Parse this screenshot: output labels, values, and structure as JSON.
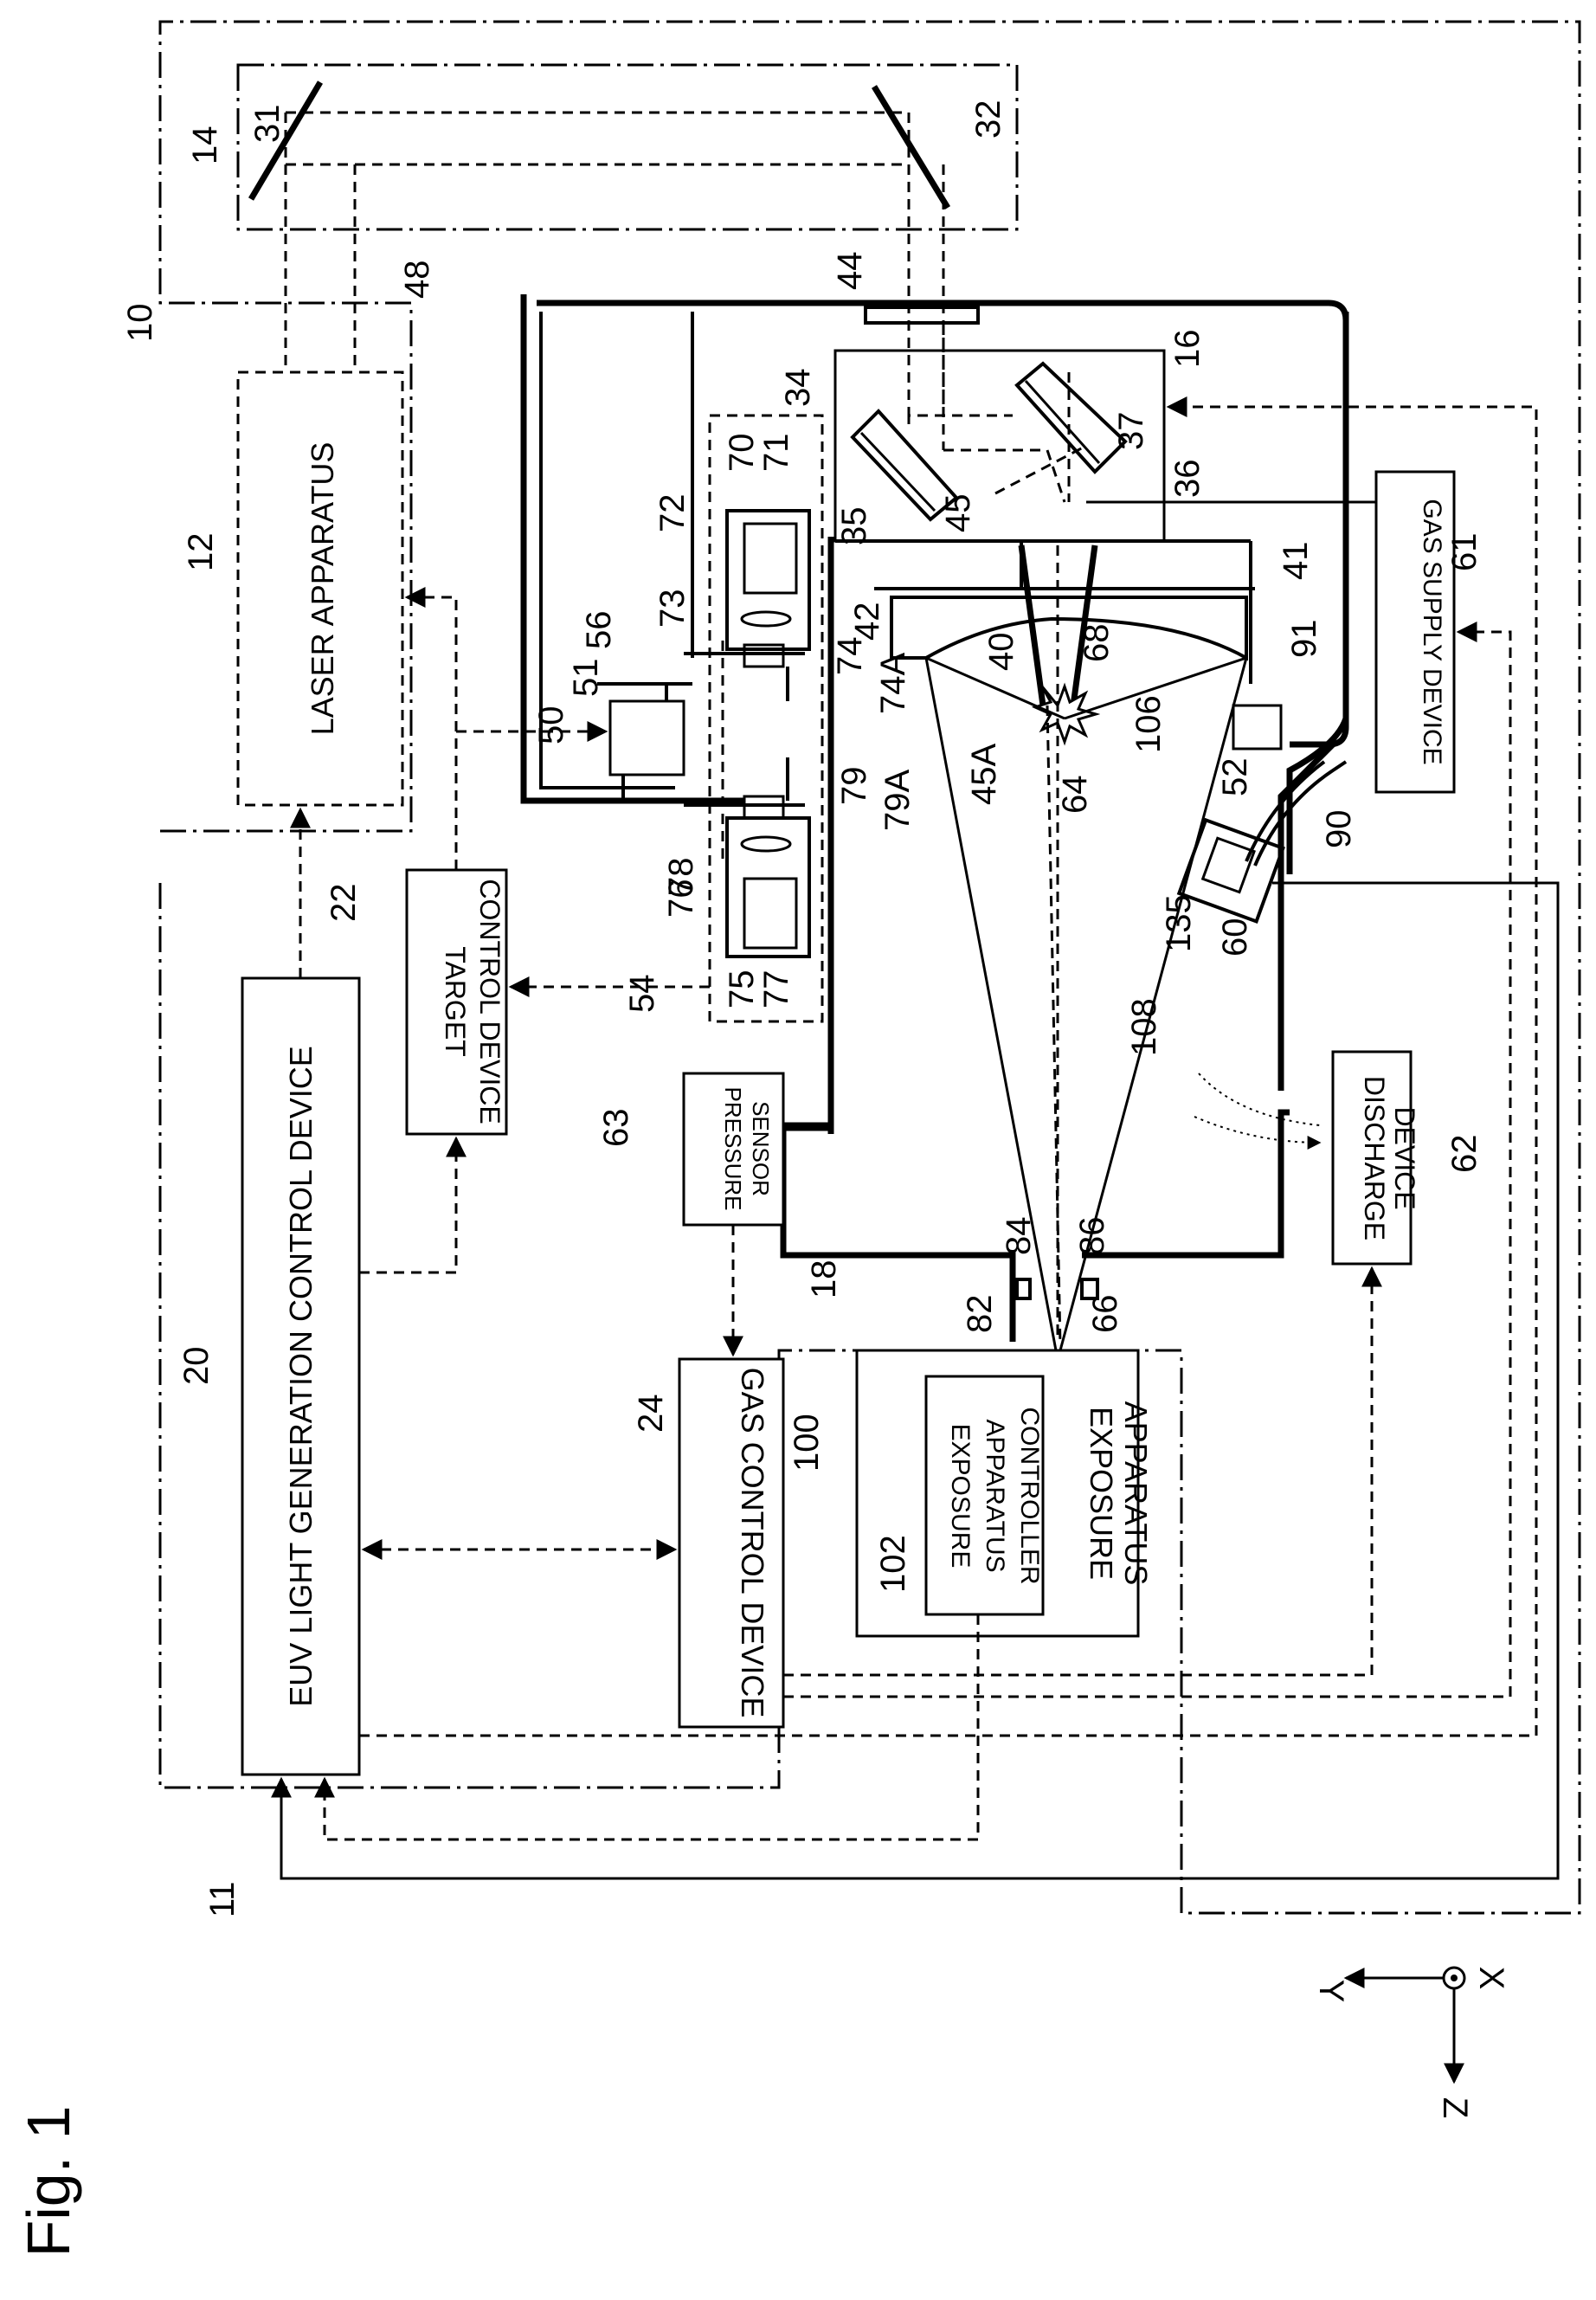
{
  "figure": {
    "title": "Fig. 1",
    "axes": {
      "x": "X",
      "y": "Y",
      "z": "Z"
    }
  },
  "boxes": {
    "laser": "LASER APPARATUS",
    "euv_control": "EUV LIGHT GENERATION CONTROL DEVICE",
    "target_control_1": "TARGET",
    "target_control_2": "CONTROL DEVICE",
    "gas_control": "GAS CONTROL DEVICE",
    "pressure_1": "PRESSURE",
    "pressure_2": "SENSOR",
    "gas_supply": "GAS SUPPLY DEVICE",
    "discharge_1": "DISCHARGE",
    "discharge_2": "DEVICE",
    "exposure_1": "EXPOSURE",
    "exposure_2": "APPARATUS",
    "controller_1": "EXPOSURE",
    "controller_2": "APPARATUS",
    "controller_3": "CONTROLLER"
  },
  "refs": {
    "r10": "10",
    "r11": "11",
    "r12": "12",
    "r14": "14",
    "r16": "16",
    "r18": "18",
    "r20": "20",
    "r22": "22",
    "r24": "24",
    "r31": "31",
    "r32": "32",
    "r34": "34",
    "r35": "35",
    "r36": "36",
    "r37": "37",
    "r40": "40",
    "r41": "41",
    "r42": "42",
    "r44": "44",
    "r45": "45",
    "r45A": "45A",
    "r48": "48",
    "r50": "50",
    "r51": "51",
    "r52": "52",
    "r54": "54",
    "r56": "56",
    "r60": "60",
    "r61": "61",
    "r62": "62",
    "r63": "63",
    "r64": "64",
    "r66": "66",
    "r68": "68",
    "r70": "70",
    "r71": "71",
    "r72": "72",
    "r73": "73",
    "r74": "74",
    "r74A": "74A",
    "r75": "75",
    "r76": "76",
    "r77": "77",
    "r78": "78",
    "r79": "79",
    "r79A": "79A",
    "r82": "82",
    "r84": "84",
    "r86": "86",
    "r90": "90",
    "r91": "91",
    "r100": "100",
    "r102": "102",
    "r106": "106",
    "r108": "108",
    "r135": "135"
  }
}
